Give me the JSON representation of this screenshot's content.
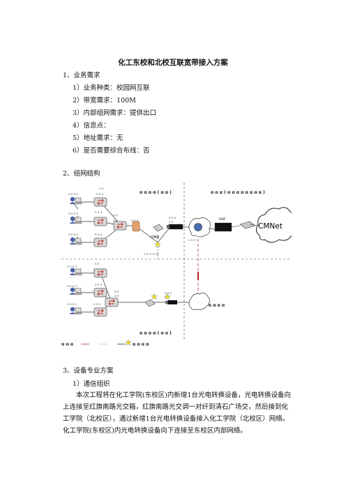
{
  "doc": {
    "title": "化工东校和北校互联宽带接入方案",
    "section1": {
      "heading": "1、业务需求",
      "items": [
        "1）业务种类：校园网互联",
        "2）带宽需求：100M",
        "3）内部组网需求：提供出口",
        "4）信息点：",
        "5）地址需求：无",
        "6）是否需要综合布线：否"
      ]
    },
    "section2": {
      "heading": "2、组网结构"
    },
    "diagram": {
      "onu_label": "ONU",
      "odf_label": "ODF",
      "cmnet_label": "CMNet"
    },
    "section3": {
      "heading": "3、设备专业方案",
      "sub1": "1）通信组织",
      "paragraph": "本次工程将在化工学院(东校区)内新增1台光电转换设备，光电转换设备向上连接至红旗南路光交箱，红旗南路光交调一对纤到清石广场交，然后接到化工学院（北校区），通过新增1台光电转换设备接入化工学院（北校区）网络。化工学院(东校区)内光电转换设备向下连接至东校区内部网络。"
    }
  }
}
